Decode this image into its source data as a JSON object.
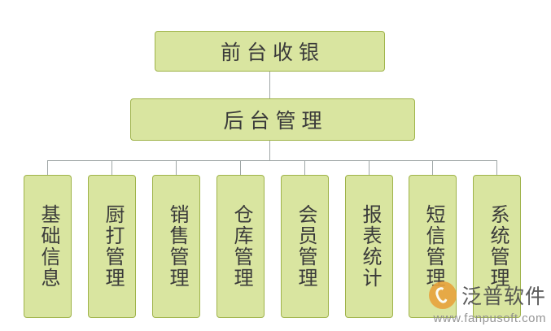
{
  "diagram": {
    "type": "org-chart",
    "title_node": {
      "label": "前台收银"
    },
    "second_node": {
      "label": "后台管理"
    },
    "leaves": [
      {
        "label": "基础信息"
      },
      {
        "label": "厨打管理"
      },
      {
        "label": "销售管理"
      },
      {
        "label": "仓库管理"
      },
      {
        "label": "会员管理"
      },
      {
        "label": "报表统计"
      },
      {
        "label": "短信管理"
      },
      {
        "label": "系统管理"
      }
    ],
    "colors": {
      "node_fill": "#d9e5a0",
      "node_border": "#9fb34a",
      "connector": "#9fa6a6",
      "text": "#3a3a3a",
      "background": "#ffffff"
    }
  },
  "watermark": {
    "logo_icon": "fanpu-logo-icon",
    "name": "泛普软件",
    "url": "www.fanpusoft.com"
  }
}
